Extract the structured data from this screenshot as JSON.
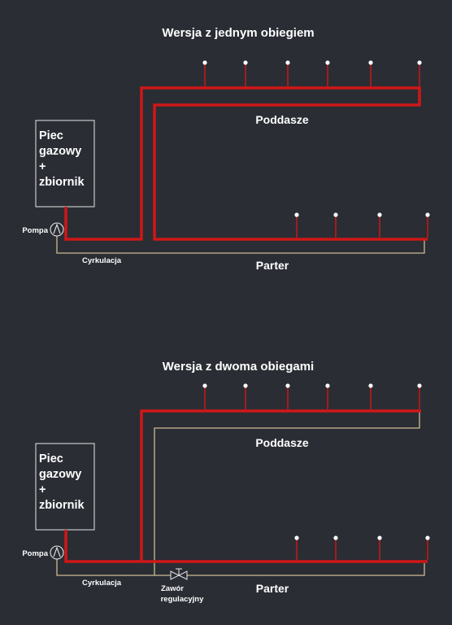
{
  "colors": {
    "background": "#2a2d34",
    "hot_pipe": "#d01717",
    "circulation_pipe": "#cdbd93",
    "text": "#ffffff"
  },
  "diagrams": [
    {
      "title": "Wersja z jednym obiegiem",
      "boiler_lines": [
        "Piec",
        "gazowy",
        "+",
        "zbiornik"
      ],
      "pump": "Pompa",
      "circulation": "Cyrkulacja",
      "attic": "Poddasze",
      "ground_floor": "Parter"
    },
    {
      "title": "Wersja z dwoma obiegami",
      "boiler_lines": [
        "Piec",
        "gazowy",
        "+",
        "zbiornik"
      ],
      "pump": "Pompa",
      "circulation": "Cyrkulacja",
      "attic": "Poddasze",
      "ground_floor": "Parter",
      "valve_lines": [
        "Zawór",
        "regulacyjny"
      ]
    }
  ]
}
